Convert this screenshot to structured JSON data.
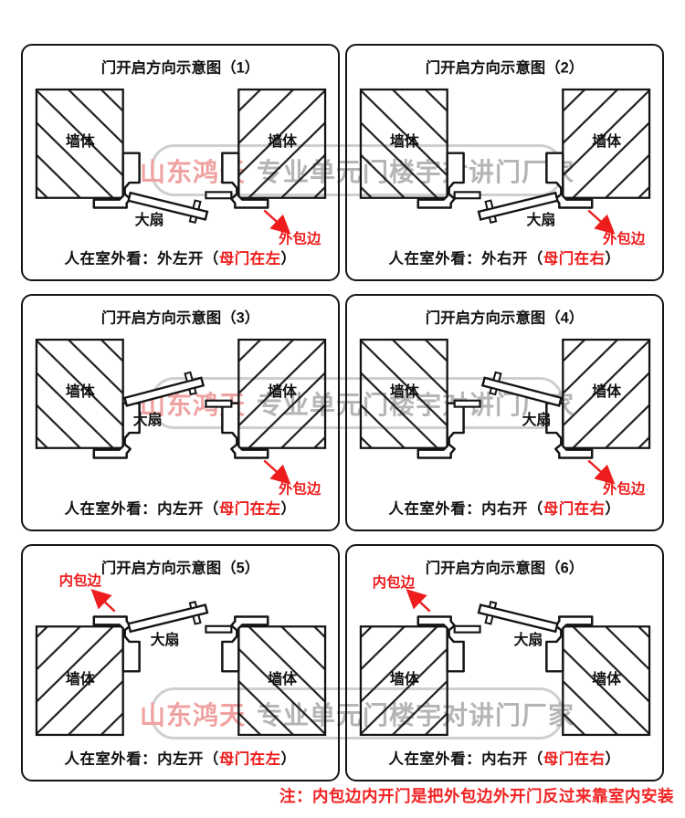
{
  "watermark": {
    "brand": "山东鸿天",
    "tagline": "专业单元门楼宇对讲门厂家",
    "brand_color": "#f0a2a2",
    "tagline_color": "#b5b5b5"
  },
  "note": "注：内包边内开门是把外包边外开门反过来靠室内安装",
  "colors": {
    "accent_red": "#ee1c1c",
    "ink": "#141414",
    "watermark_border": "#cfcfcf"
  },
  "panels": [
    {
      "title": "门开启方向示意图（1）",
      "wall_label": "墙体",
      "leaf_label": "大扇",
      "edge_label": "外包边",
      "caption_prefix": "人在室外看：外左开（",
      "caption_red": "母门在左",
      "caption_suffix": "）"
    },
    {
      "title": "门开启方向示意图（2）",
      "wall_label": "墙体",
      "leaf_label": "大扇",
      "edge_label": "外包边",
      "caption_prefix": "人在室外看：外右开（",
      "caption_red": "母门在右",
      "caption_suffix": "）"
    },
    {
      "title": "门开启方向示意图（3）",
      "wall_label": "墙体",
      "leaf_label": "大扇",
      "edge_label": "外包边",
      "caption_prefix": "人在室外看：内左开（",
      "caption_red": "母门在左",
      "caption_suffix": "）"
    },
    {
      "title": "门开启方向示意图（4）",
      "wall_label": "墙体",
      "leaf_label": "大扇",
      "edge_label": "外包边",
      "caption_prefix": "人在室外看：内右开（",
      "caption_red": "母门在右",
      "caption_suffix": "）"
    },
    {
      "title": "门开启方向示意图（5）",
      "wall_label": "墙体",
      "leaf_label": "大扇",
      "edge_label": "内包边",
      "caption_prefix": "人在室外看：内左开（",
      "caption_red": "母门在左",
      "caption_suffix": "）"
    },
    {
      "title": "门开启方向示意图（6）",
      "wall_label": "墙体",
      "leaf_label": "大扇",
      "edge_label": "内包边",
      "caption_prefix": "人在室外看：内右开（",
      "caption_red": "母门在右",
      "caption_suffix": "）"
    }
  ]
}
